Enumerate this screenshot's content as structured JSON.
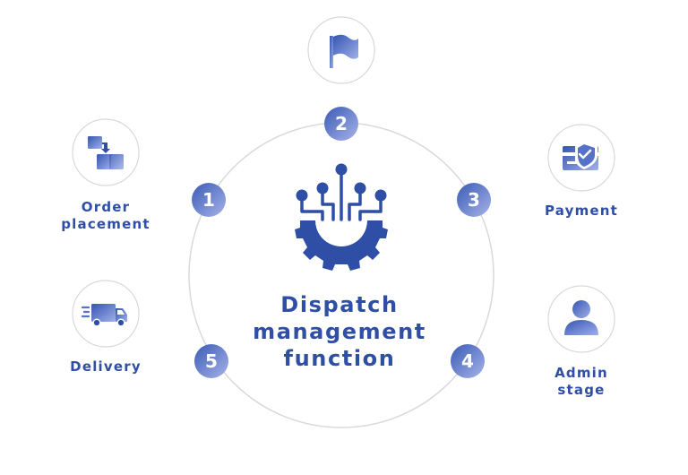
{
  "center": {
    "title": "Dispatch\nmanagement\nfunction",
    "icon": "gear-circuit-icon"
  },
  "colors": {
    "primary": "#2f4ea6",
    "gradient_start": "#3a5bb5",
    "gradient_end": "#a7b3e9",
    "ring": "#d9d9d9"
  },
  "steps": [
    {
      "number": "1",
      "label": "Order\nplacement",
      "icon": "blocks-transfer-icon"
    },
    {
      "number": "2",
      "label": "",
      "icon": "flag-icon"
    },
    {
      "number": "3",
      "label": "Payment",
      "icon": "card-shield-icon"
    },
    {
      "number": "4",
      "label": "Admin\nstage",
      "icon": "user-icon"
    },
    {
      "number": "5",
      "label": "Delivery",
      "icon": "delivery-truck-icon"
    }
  ]
}
